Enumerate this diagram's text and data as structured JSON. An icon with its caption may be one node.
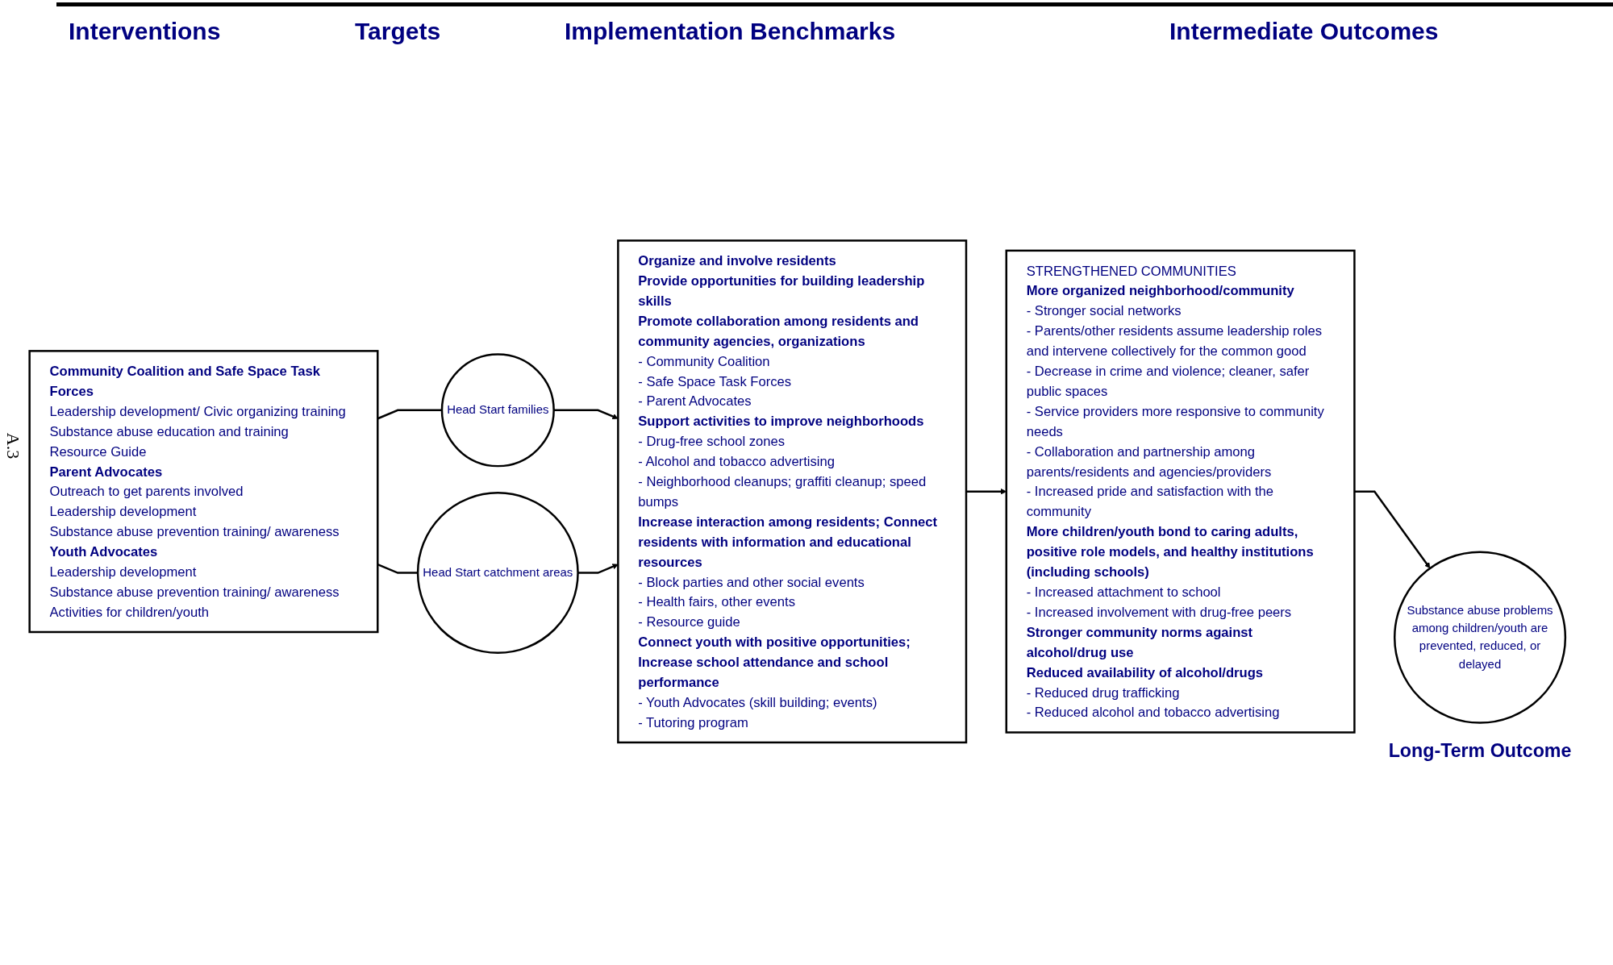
{
  "diagram": {
    "nodes": [
      {
        "text": [
          "Community Coalition and Safe Space Task Forces",
          "Leadership development/ Civic organizing training",
          "Substance abuse education and training",
          "Resource Guide",
          "Parent Advocates",
          "Outreach to get parents involved",
          "Leadership development",
          "Substance abuse prevention training/ awareness",
          "Youth Advocates",
          "Leadership development",
          "Substance abuse prevention training/ awareness",
          "Activities for children/youth"
        ]
      },
      {
        "text": [
          "Head Start families"
        ]
      },
      {
        "text": [
          "Head Start catchment areas"
        ]
      },
      {
        "text": [
          "Organize and involve residents",
          "Provide opportunities for building leadership skills",
          "Promote collaboration among residents and community agencies, organizations",
          "- Community Coalition",
          "- Safe Space Task Forces",
          "- Parent Advocates",
          "Support activities to improve neighborhoods",
          "- Drug-free school zones",
          "- Alcohol and tobacco advertising",
          "- Neighborhood cleanups; graffiti cleanup; speed bumps",
          "Increase interaction among residents; Connect residents with information and educational resources",
          "- Block parties and other social events",
          "- Health fairs, other events",
          "- Resource guide",
          "Connect youth with positive opportunities; Increase school attendance and school performance",
          "- Youth Advocates (skill building; events)",
          "- Tutoring program"
        ]
      },
      {
        "text": [
          "STRENGTHENED COMMUNITIES",
          "More organized neighborhood/community",
          "- Stronger social networks",
          "- Parents/other residents assume leadership roles and intervene collectively for the common good",
          "- Decrease in crime and violence; cleaner, safer public spaces",
          "- Service providers more responsive to community needs",
          "- Collaboration and partnership among parents/residents and agencies/providers",
          "- Increased pride and satisfaction with the community",
          "More children/youth bond to caring adults, positive role models, and healthy institutions (including schools)",
          "- Increased attachment to school",
          "- Increased involvement with drug-free peers",
          "Stronger community norms against alcohol/drug use",
          "Reduced availability of alcohol/drugs",
          "- Reduced drug trafficking",
          "- Reduced alcohol and tobacco advertising"
        ]
      },
      {
        "text": [
          "Substance abuse problems among children/youth are prevented, reduced, or delayed"
        ],
        "beside": [
          "Long-Term Outcome"
        ]
      }
    ],
    "edges": [
      {
        "from": 0,
        "to": 1,
        "arrow": "none"
      },
      {
        "from": 0,
        "to": 2,
        "arrow": "none"
      },
      {
        "from": 1,
        "to": 3,
        "arrow": "to"
      },
      {
        "from": 2,
        "to": 3,
        "arrow": "to"
      },
      {
        "from": 3,
        "to": 4,
        "arrow": "to"
      },
      {
        "from": 4,
        "to": 5,
        "arrow": "to"
      }
    ],
    "labels": [
      "Interventions",
      "Targets",
      "Implementation Benchmarks",
      "Intermediate Outcomes",
      "A.3"
    ]
  }
}
